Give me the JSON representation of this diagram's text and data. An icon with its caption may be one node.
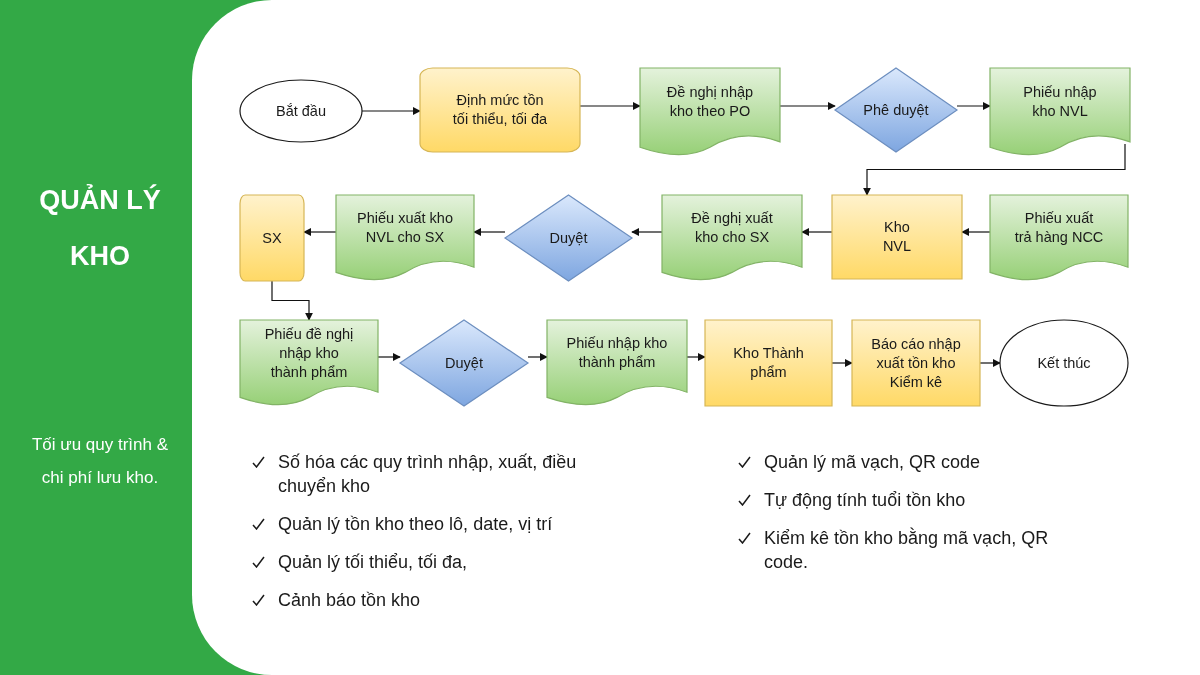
{
  "diagram": {
    "title": "QUẢN LÝ KHO",
    "nodes": [
      {
        "text": [
          "Bắt đầu"
        ]
      },
      {
        "text": [
          "Định mức tồn tối thiểu, tối đa"
        ]
      },
      {
        "text": [
          "Đề nghị nhập kho theo PO"
        ]
      },
      {
        "text": [
          "Phê duyệt"
        ]
      },
      {
        "text": [
          "Phiếu nhập kho NVL"
        ]
      },
      {
        "text": [
          "Phiếu xuất trả hàng NCC"
        ]
      },
      {
        "text": [
          "Kho NVL"
        ]
      },
      {
        "text": [
          "Đề nghị xuất kho cho SX"
        ]
      },
      {
        "text": [
          "Duyệt"
        ]
      },
      {
        "text": [
          "Phiếu xuất kho NVL cho SX"
        ]
      },
      {
        "text": [
          "SX"
        ]
      },
      {
        "text": [
          "Phiếu đề nghị nhập kho thành phẩm"
        ]
      },
      {
        "text": [
          "Duyệt"
        ]
      },
      {
        "text": [
          "Phiếu nhập kho thành phẩm"
        ]
      },
      {
        "text": [
          "Kho Thành phẩm"
        ]
      },
      {
        "text": [
          "Báo cáo nhập xuất tồn kho",
          "Kiểm kê"
        ]
      },
      {
        "text": [
          "Kết thúc"
        ]
      }
    ],
    "edges": [
      {
        "from": 0,
        "to": 1,
        "arrow": "to"
      },
      {
        "from": 1,
        "to": 2,
        "arrow": "to"
      },
      {
        "from": 2,
        "to": 3,
        "arrow": "to"
      },
      {
        "from": 3,
        "to": 4,
        "arrow": "to"
      },
      {
        "from": 4,
        "to": 6,
        "arrow": "to"
      },
      {
        "from": 5,
        "to": 6,
        "arrow": "to"
      },
      {
        "from": 6,
        "to": 7,
        "arrow": "to"
      },
      {
        "from": 7,
        "to": 8,
        "arrow": "to"
      },
      {
        "from": 8,
        "to": 9,
        "arrow": "to"
      },
      {
        "from": 9,
        "to": 10,
        "arrow": "to"
      },
      {
        "from": 10,
        "to": 11,
        "arrow": "to"
      },
      {
        "from": 11,
        "to": 12,
        "arrow": "to"
      },
      {
        "from": 12,
        "to": 13,
        "arrow": "to"
      },
      {
        "from": 13,
        "to": 14,
        "arrow": "to"
      },
      {
        "from": 14,
        "to": 15,
        "arrow": "to"
      },
      {
        "from": 15,
        "to": 16,
        "arrow": "to"
      }
    ],
    "labels": [
      "Tối ưu quy trình & chi phí lưu kho.",
      "Số hóa các quy trình nhập, xuất, điều chuyển kho",
      "Quản lý tồn kho theo lô, date, vị trí",
      "Quản lý tối thiểu, tối đa,",
      "Cảnh báo tồn kho",
      "Quản lý mã vạch, QR code",
      "Tự động tính tuổi tồn kho",
      "Kiểm kê tồn kho bằng mã vạch, QR code."
    ]
  }
}
